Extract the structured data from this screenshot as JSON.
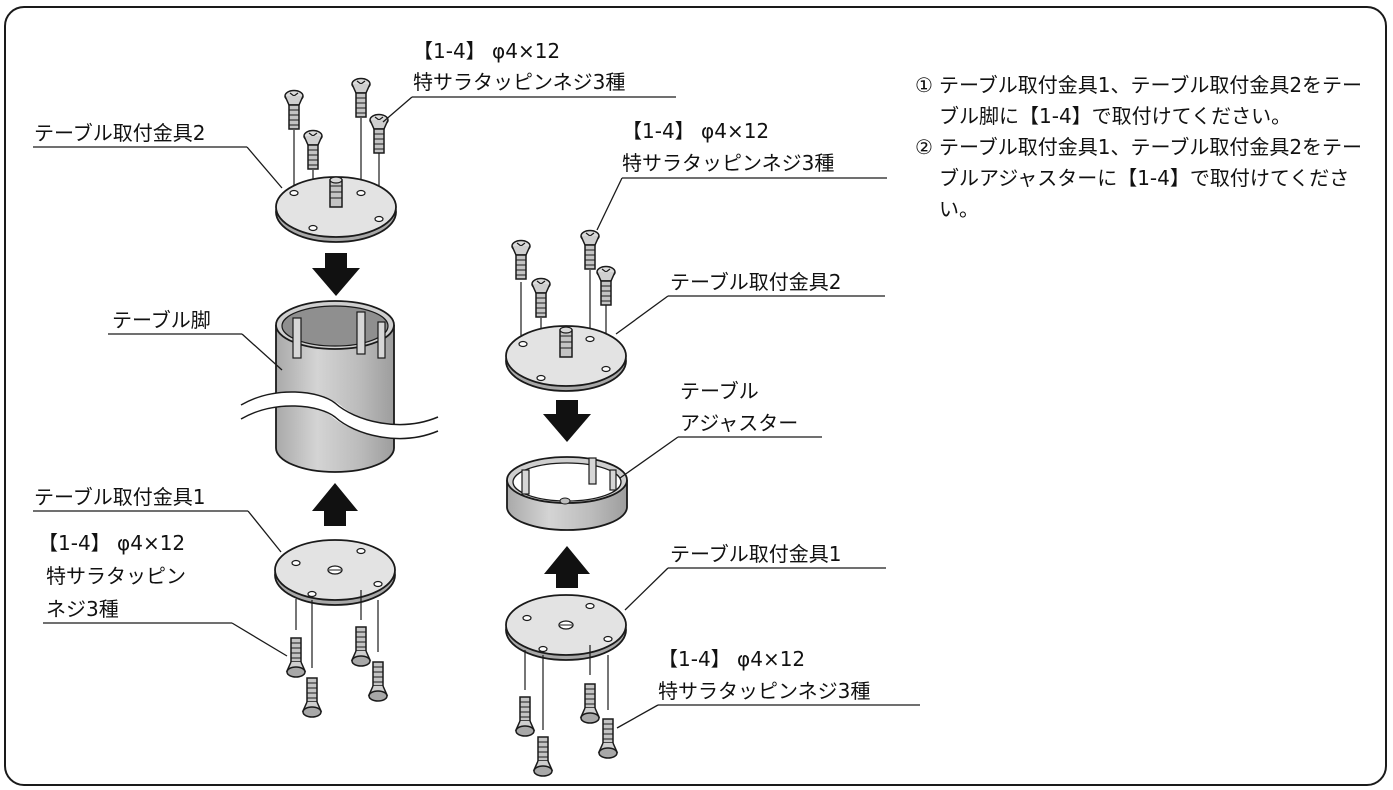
{
  "labels": {
    "screw_top_left_spec": "【1-4】 φ4×12",
    "screw_top_left_name": "特サラタッピンネジ3種",
    "bracket2_left": "テーブル取付金具2",
    "table_leg": "テーブル脚",
    "bracket1_left": "テーブル取付金具1",
    "screw_bottom_left_spec": "【1-4】 φ4×12",
    "screw_bottom_left_name1": "特サラタッピン",
    "screw_bottom_left_name2": "ネジ3種",
    "screw_top_right_spec": "【1-4】 φ4×12",
    "screw_top_right_name": "特サラタッピンネジ3種",
    "bracket2_right": "テーブル取付金具2",
    "adjuster_line1": "テーブル",
    "adjuster_line2": "アジャスター",
    "bracket1_right": "テーブル取付金具1",
    "screw_bottom_right_spec": "【1-4】 φ4×12",
    "screw_bottom_right_name": "特サラタッピンネジ3種"
  },
  "instructions": [
    {
      "num": "①",
      "text": "テーブル取付金具1、テーブル取付金具2をテーブル脚に【1-4】で取付けてください。"
    },
    {
      "num": "②",
      "text": "テーブル取付金具1、テーブル取付金具2をテーブルアジャスターに【1-4】で取付けてください。"
    }
  ],
  "colors": {
    "line": "#1a1a1a",
    "metal_top": "#e3e3e3",
    "metal_side": "#bdbdbd",
    "leg_body": "#c8c8c8",
    "arrow": "#111111"
  }
}
